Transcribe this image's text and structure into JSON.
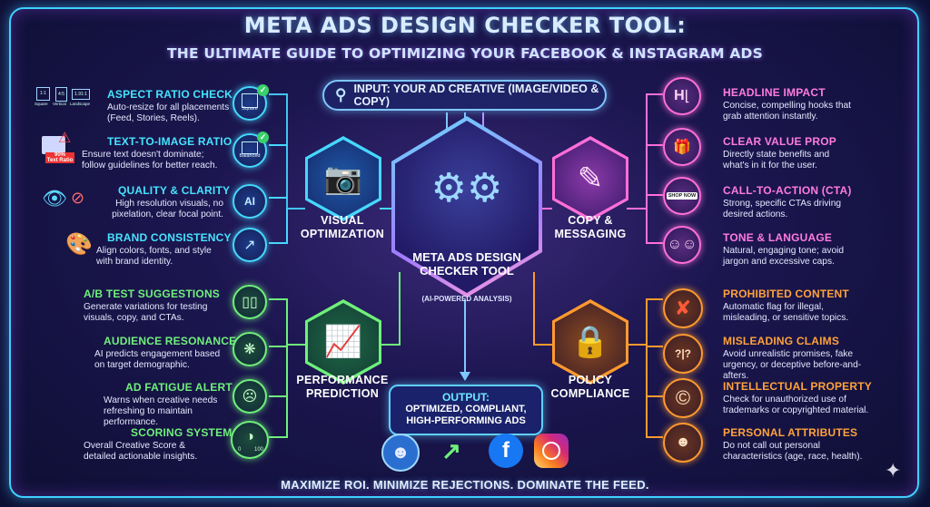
{
  "title": "META ADS DESIGN CHECKER TOOL:",
  "subtitle": "THE ULTIMATE GUIDE TO OPTIMIZING YOUR FACEBOOK & INSTAGRAM ADS",
  "input_label": "INPUT: YOUR AD CREATIVE (IMAGE/VIDEO & COPY)",
  "center": {
    "title": "META ADS DESIGN CHECKER TOOL",
    "subtitle": "(AI-POWERED ANALYSIS)"
  },
  "hubs": {
    "visual": "VISUAL OPTIMIZATION",
    "copy": "COPY & MESSAGING",
    "performance": "PERFORMANCE PREDICTION",
    "policy": "POLICY COMPLIANCE"
  },
  "left_top": [
    {
      "title": "ASPECT RATIO CHECK",
      "desc": "Auto-resize for all placements (Feed, Stories, Reels).",
      "icon": "square-icon",
      "icon_label": "Square"
    },
    {
      "title": "TEXT-TO-IMAGE RATIO",
      "desc": "Ensure text doesn't dominate; follow guidelines for better reach.",
      "icon": "image-icon",
      "icon_label": "Balanced"
    },
    {
      "title": "QUALITY & CLARITY",
      "desc": "High resolution visuals, no pixelation, clear focal point.",
      "icon": "ai-lens-icon"
    },
    {
      "title": "BRAND CONSISTENCY",
      "desc": "Align colors, fonts, and style with brand identity.",
      "icon": "palette-icon"
    }
  ],
  "left_bottom": [
    {
      "title": "A/B TEST SUGGESTIONS",
      "desc": "Generate variations for testing visuals, copy, and CTAs.",
      "icon": "phones-icon"
    },
    {
      "title": "AUDIENCE RESONANCE",
      "desc": "AI predicts engagement based on target demographic.",
      "icon": "brain-icon"
    },
    {
      "title": "AD FATIGUE ALERT",
      "desc": "Warns when creative needs refreshing to maintain performance.",
      "icon": "tired-face-icon"
    },
    {
      "title": "SCORING SYSTEM",
      "desc": "Overall Creative Score & detailed actionable insights.",
      "icon": "gauge-icon",
      "gauge_min": "0",
      "gauge_max": "100"
    }
  ],
  "right_top": [
    {
      "title": "HEADLINE IMPACT",
      "desc": "Concise, compelling hooks that grab attention instantly.",
      "icon": "headline-icon"
    },
    {
      "title": "CLEAR VALUE PROP",
      "desc": "Directly state benefits and what's in it for the user.",
      "icon": "gift-icon"
    },
    {
      "title": "CALL-TO-ACTION (CTA)",
      "desc": "Strong, specific CTAs driving desired actions.",
      "icon": "shop-now-button-icon",
      "icon_label": "SHOP NOW"
    },
    {
      "title": "TONE & LANGUAGE",
      "desc": "Natural, engaging tone; avoid jargon and excessive caps.",
      "icon": "emoji-icon"
    }
  ],
  "right_bottom": [
    {
      "title": "PROHIBITED CONTENT",
      "desc": "Automatic flag for illegal, misleading, or sensitive topics.",
      "icon": "prohibited-icon"
    },
    {
      "title": "MISLEADING CLAIMS",
      "desc": "Avoid unrealistic promises, fake urgency, or deceptive before-and-afters.",
      "icon": "question-boxes-icon"
    },
    {
      "title": "INTELLECTUAL PROPERTY",
      "desc": "Check for unauthorized use of trademarks or copyrighted material.",
      "icon": "copyright-icon"
    },
    {
      "title": "PERSONAL ATTRIBUTES",
      "desc": "Do not call out personal characteristics (age, race, health).",
      "icon": "person-target-icon"
    }
  ],
  "left_extras": {
    "ratio_labels": [
      "Square",
      "Vertical",
      "Landscape"
    ],
    "ratio_codes": [
      "1:1",
      "4:5",
      "1.91:1"
    ],
    "text_ratio": "90%",
    "text_ratio_note": "Text Ratio"
  },
  "output": {
    "label": "OUTPUT:",
    "line1": "OPTIMIZED, COMPLIANT,",
    "line2": "HIGH-PERFORMING ADS"
  },
  "tagline": "MAXIMIZE ROI. MINIMIZE REJECTIONS. DOMINATE THE FEED.",
  "colors": {
    "cyan": "#46e3ff",
    "green": "#6ff07b",
    "pink": "#ff7be0",
    "orange": "#ffa23c"
  }
}
